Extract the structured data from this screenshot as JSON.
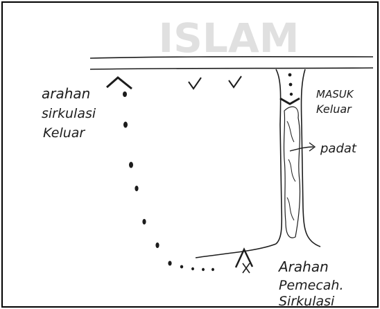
{
  "watermark": "ISLAM",
  "labels": {
    "arahan_keluar": [
      "arahan",
      "sirkulasi",
      "Keluar"
    ],
    "masuk_keluar": [
      "MASUK",
      "Keluar"
    ],
    "padat": "padat",
    "pemecah": [
      "Arahan",
      "Pemecah.",
      "Sirkulasi"
    ]
  },
  "colors": {
    "ink": "#1c1c1c",
    "watermark": "#c8c8c8",
    "frame": "#000000"
  }
}
